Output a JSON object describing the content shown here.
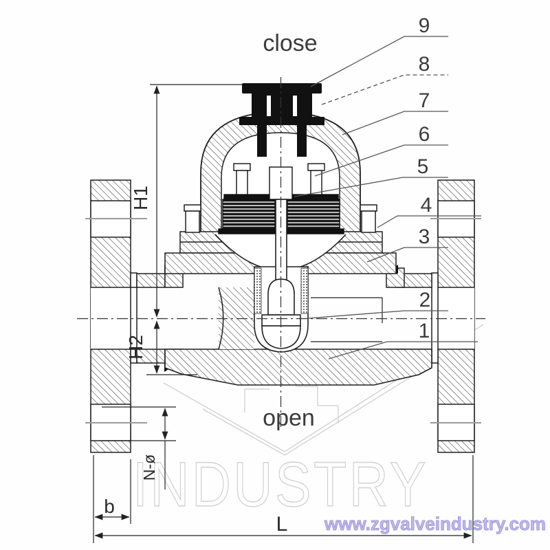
{
  "drawing": {
    "title": "steam-trap-valve-cross-section",
    "labels": {
      "close": "close",
      "open": "open"
    },
    "callouts": [
      {
        "label": "9"
      },
      {
        "label": "8"
      },
      {
        "label": "7"
      },
      {
        "label": "6"
      },
      {
        "label": "5"
      },
      {
        "label": "4"
      },
      {
        "label": "3"
      },
      {
        "label": "2"
      },
      {
        "label": "1"
      }
    ],
    "dimensions": {
      "h1": "H1",
      "h2": "H2",
      "l": "L",
      "b": "b",
      "n_phi": "N-ø"
    },
    "watermark": "INDUSTRY",
    "website": "www.zgvalveindustry.com",
    "colors": {
      "line": "#1f1f1f",
      "leader": "#555555",
      "watermark": "#d2d2d2",
      "website": "#bdb8ea"
    }
  }
}
